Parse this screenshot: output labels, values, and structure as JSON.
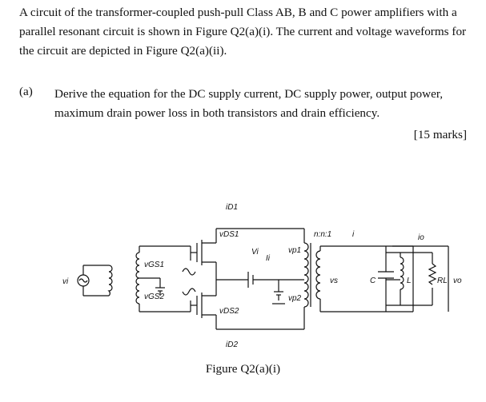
{
  "intro": {
    "line1": "A circuit of the transformer-coupled push-pull Class AB, B and C power amplifiers with a",
    "line2": "parallel resonant circuit is shown in Figure Q2(a)(i). The current and voltage waveforms for",
    "line3": "the circuit are depicted in Figure Q2(a)(ii)."
  },
  "question": {
    "label": "(a)",
    "line1": "Derive the equation for the DC supply current, DC supply power, output power,",
    "line2": "maximum drain power loss in both transistors and drain efficiency.",
    "marks": "[15 marks]"
  },
  "figure": {
    "caption": "Figure Q2(a)(i)",
    "labels": {
      "vi": "vi",
      "vgs1": "vGS1",
      "vgs2": "vGS2",
      "vds1": "vDS1",
      "vds2": "vDS2",
      "vp1": "vp1",
      "vp2": "vp2",
      "id1": "iD1",
      "id2": "iD2",
      "turns": "n:n:1",
      "i": "i",
      "vs": "vs",
      "io": "io",
      "vo": "vo",
      "c": "C",
      "l": "L",
      "rl": "RL",
      "vi_mid": "Vi",
      "ii_mid": "Ii",
      "plus": "+",
      "minus": "−"
    }
  }
}
